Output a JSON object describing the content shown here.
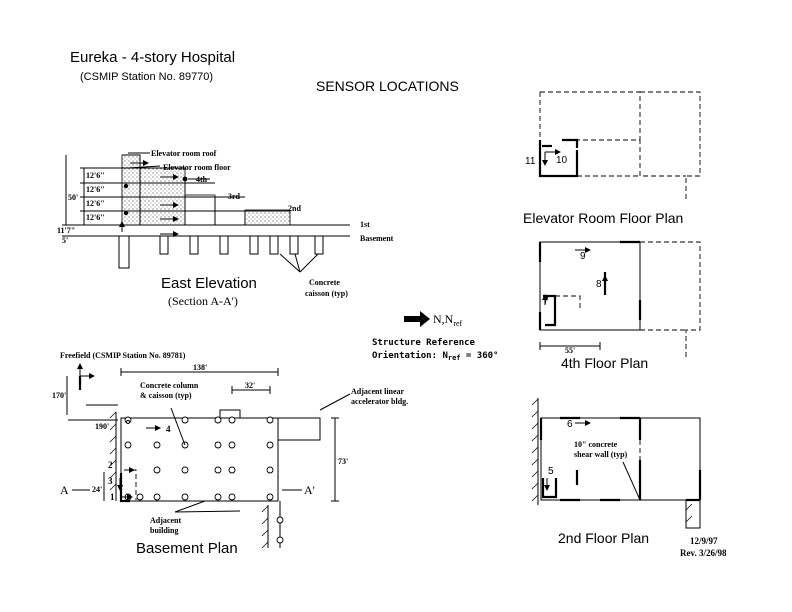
{
  "title": {
    "main": "Eureka - 4-story Hospital",
    "station": "(CSMIP Station No. 89770)",
    "sensor_locations": "SENSOR LOCATIONS"
  },
  "east_elevation": {
    "title": "East Elevation",
    "section": "(Section A-A')",
    "labels": {
      "elev_roof": "Elevator room roof",
      "elev_floor": "Elevator room floor",
      "fourth": "4th",
      "third": "3rd",
      "second": "2nd",
      "first": "1st",
      "basement": "Basement",
      "caisson": "Concrete",
      "caisson2": "caisson (typ)"
    },
    "dims": {
      "h1": "12'6\"",
      "h2": "12'6\"",
      "h3": "12'6\"",
      "h4": "12'6\"",
      "total": "50'",
      "base": "11'7\"",
      "five": "5'"
    }
  },
  "reference": {
    "n": "N,N",
    "ref_sub": "ref",
    "line1": "Structure Reference",
    "line2": "Orientation: N",
    "line2_sub": "ref",
    "line2_end": " = 360°"
  },
  "basement_plan": {
    "title": "Basement Plan",
    "freefield": "Freefield (CSMIP Station No. 89781)",
    "dims": {
      "d170": "170'",
      "d190": "190'",
      "d138": "138'",
      "d32": "32'",
      "d73": "73'",
      "d24": "24'"
    },
    "labels": {
      "col1": "Concrete column",
      "col2": "& caisson (typ)",
      "acc1": "Adjacent linear",
      "acc2": "accelerator bldg.",
      "adj1": "Adjacent",
      "adj2": "building",
      "a_left": "A",
      "a_right": "A'"
    },
    "sensors": {
      "s1": "1",
      "s2": "2",
      "s3": "3",
      "s4": "4"
    }
  },
  "elevator_plan": {
    "title": "Elevator Room Floor Plan",
    "sensors": {
      "s10": "10",
      "s11": "11"
    }
  },
  "fourth_plan": {
    "title": "4th Floor Plan",
    "dim": "55'",
    "sensors": {
      "s7": "7",
      "s8": "8",
      "s9": "9"
    }
  },
  "second_plan": {
    "title": "2nd Floor Plan",
    "wall1": "10\" concrete",
    "wall2": "shear wall (typ)",
    "sensors": {
      "s5": "5",
      "s6": "6"
    }
  },
  "dates": {
    "date": "12/9/97",
    "rev": "Rev. 3/26/98"
  },
  "icons": [
    "arrow-icon",
    "north-arrow-icon"
  ]
}
